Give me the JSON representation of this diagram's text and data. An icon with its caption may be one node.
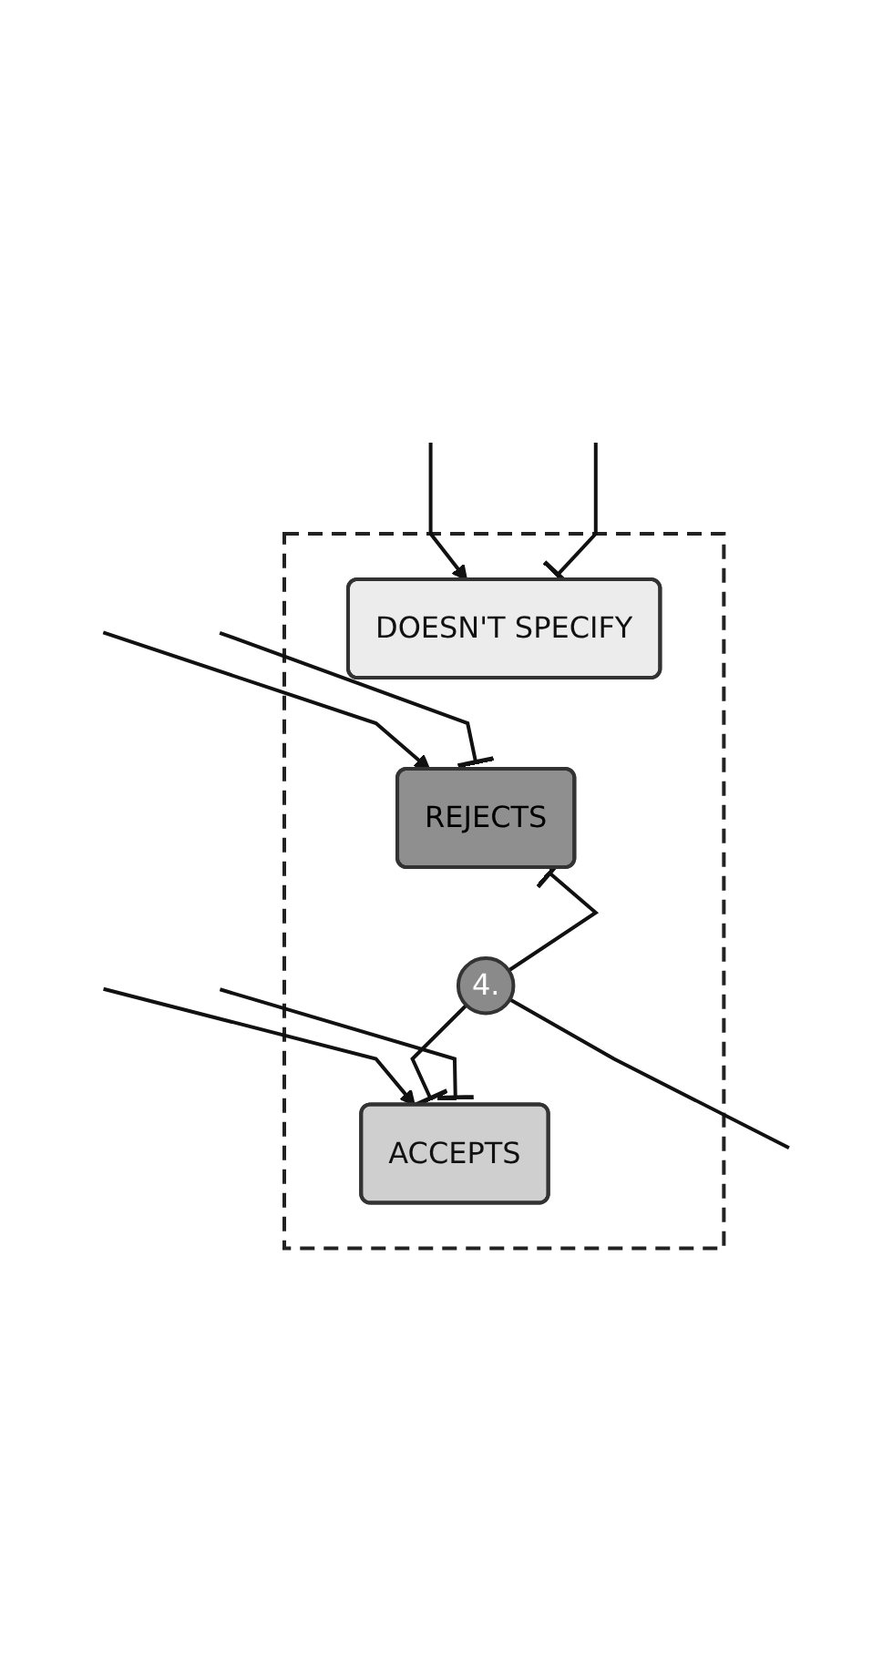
{
  "diagram": {
    "nodes": [
      {
        "text": [],
        "shape": "box"
      },
      {
        "text": [
          "DOESN'T SPECIFY"
        ],
        "in": 0
      },
      {
        "text": [
          "REJECTS"
        ],
        "in": 0
      },
      {
        "text": [
          "4."
        ],
        "in": 0
      },
      {
        "text": [
          "ACCEPTS"
        ],
        "in": 0
      }
    ],
    "edges": [
      {
        "from": null,
        "to": 1,
        "arrow": "to"
      },
      {
        "from": null,
        "to": 2,
        "arrow": "to"
      },
      {
        "from": null,
        "to": 4,
        "arrow": "to"
      },
      {
        "from": null,
        "to": 1,
        "arrow": "other"
      },
      {
        "from": null,
        "to": 2,
        "arrow": "other"
      },
      {
        "from": 3,
        "to": 2,
        "arrow": "other"
      },
      {
        "from": 3,
        "to": 4,
        "arrow": "other"
      },
      {
        "from": 3,
        "to": null,
        "arrow": "none"
      },
      {
        "from": null,
        "to": 4,
        "arrow": "other"
      }
    ]
  }
}
